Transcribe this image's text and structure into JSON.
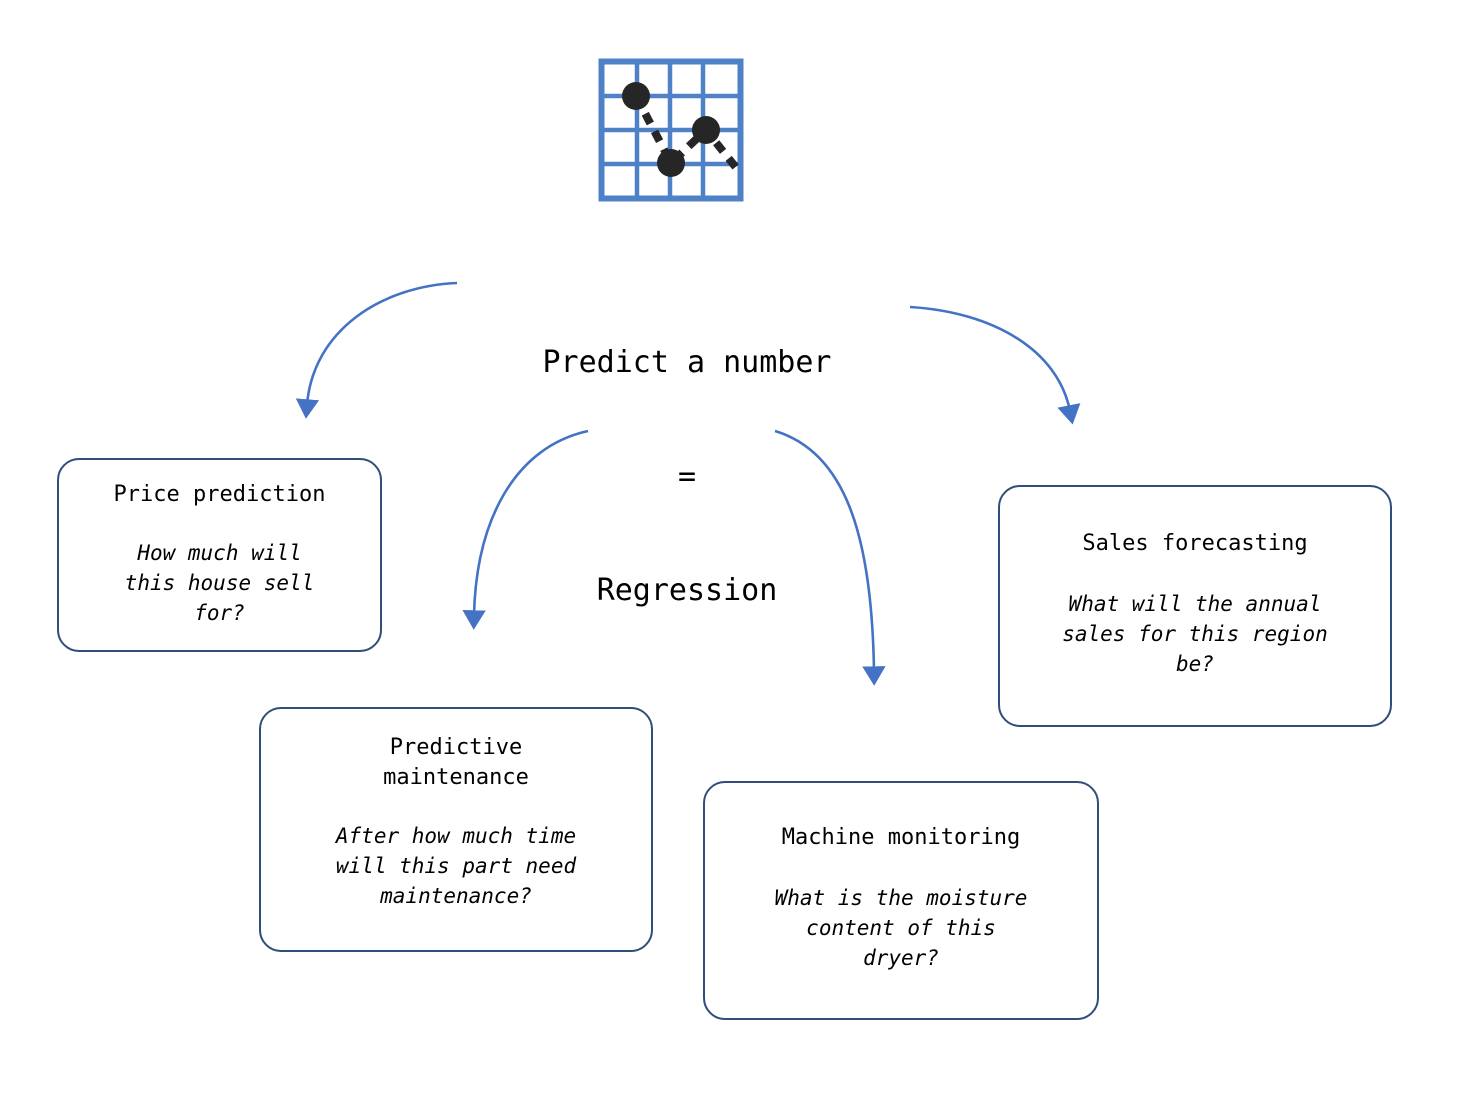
{
  "center": {
    "icon_name": "scatter-line-chart-icon",
    "title_line1": "Predict a number",
    "title_line2": "=",
    "title_line3": "Regression"
  },
  "colors": {
    "arrow": "#4472c4",
    "box_border": "#2f4e79",
    "icon_grid": "#4472c4",
    "icon_dot": "#262626",
    "text": "#000000",
    "background": "#ffffff"
  },
  "nodes": [
    {
      "id": "price-prediction",
      "title": "Price prediction",
      "body": "How much will\nthis house sell\nfor?"
    },
    {
      "id": "predictive-maintenance",
      "title": "Predictive\nmaintenance",
      "body": "After how much time\nwill this part need\nmaintenance?"
    },
    {
      "id": "machine-monitoring",
      "title": "Machine monitoring",
      "body": "What is the moisture\ncontent of this\ndryer?"
    },
    {
      "id": "sales-forecasting",
      "title": "Sales forecasting",
      "body": "What will the annual\nsales for this region\nbe?"
    }
  ],
  "arrows": [
    {
      "name": "arrow-to-price-prediction",
      "from": "center",
      "to": "price-prediction"
    },
    {
      "name": "arrow-to-predictive-maintenance",
      "from": "center",
      "to": "predictive-maintenance"
    },
    {
      "name": "arrow-to-machine-monitoring",
      "from": "center",
      "to": "machine-monitoring"
    },
    {
      "name": "arrow-to-sales-forecasting",
      "from": "center",
      "to": "sales-forecasting"
    }
  ]
}
